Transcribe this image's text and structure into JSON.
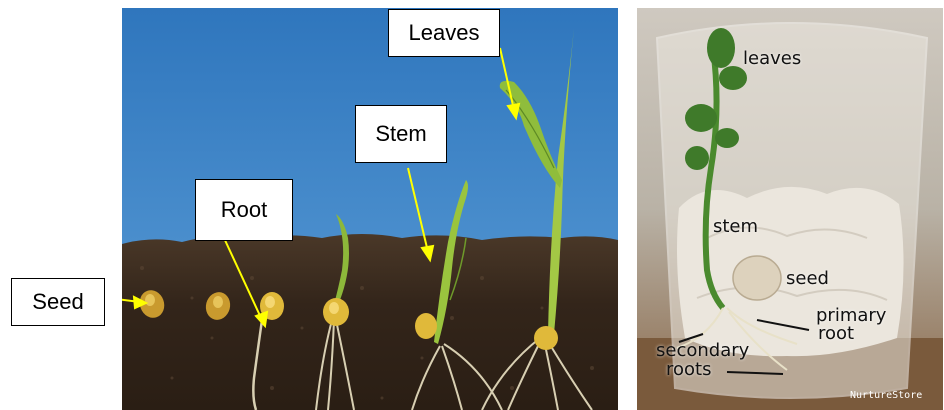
{
  "left_diagram": {
    "labels": {
      "seed": "Seed",
      "root": "Root",
      "stem": "Stem",
      "leaves": "Leaves"
    },
    "colors": {
      "sky": "#3f86c8",
      "soil": "#3a2b1f",
      "arrow": "#ffff00",
      "seed": "#d9b53a",
      "leaf": "#8fbd3c"
    }
  },
  "right_photo": {
    "labels": {
      "leaves": "leaves",
      "stem": "stem",
      "seed": "seed",
      "primary_root": "primary root",
      "primary_root_line1": "primary",
      "primary_root_line2": "root",
      "secondary_roots_line1": "secondary",
      "secondary_roots_line2": "roots"
    },
    "credit": "NurtureStore",
    "colors": {
      "cotton": "#e8e4dc",
      "leaf": "#3f7a2a",
      "table": "#7a5a3c"
    }
  }
}
